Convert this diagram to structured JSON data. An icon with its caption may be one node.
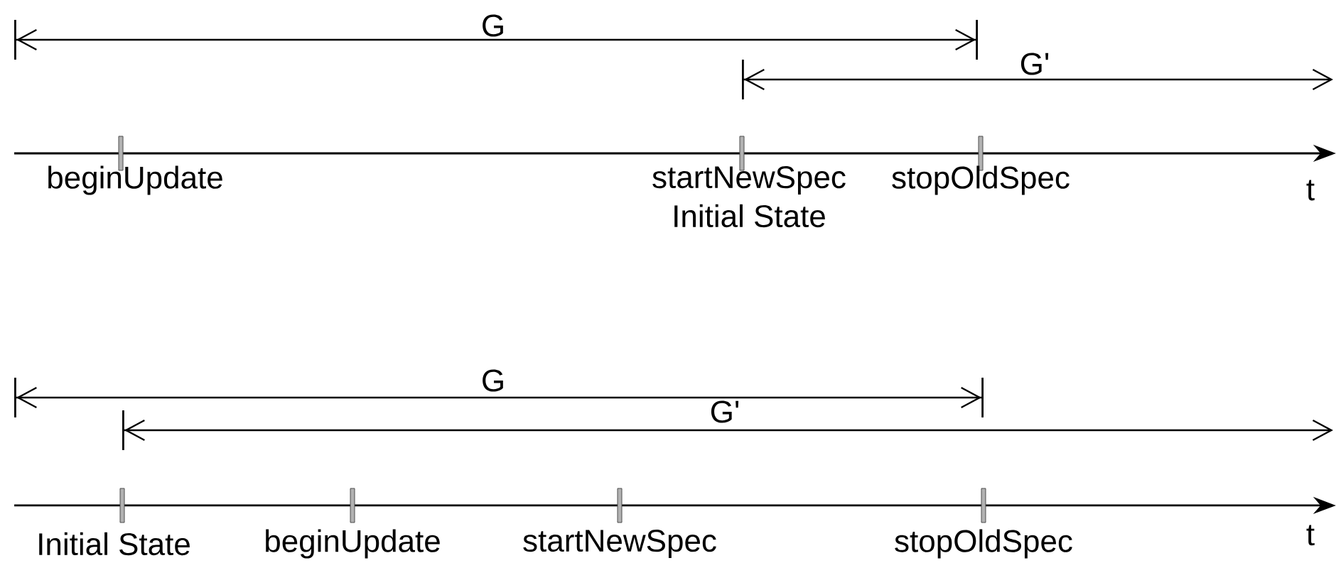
{
  "diagram": {
    "labels": [
      "G",
      "G'",
      "beginUpdate",
      "startNewSpec",
      "stopOldSpec",
      "t",
      "Initial State",
      "G",
      "G'",
      "Initial State",
      "beginUpdate",
      "startNewSpec",
      "stopOldSpec",
      "t"
    ]
  }
}
